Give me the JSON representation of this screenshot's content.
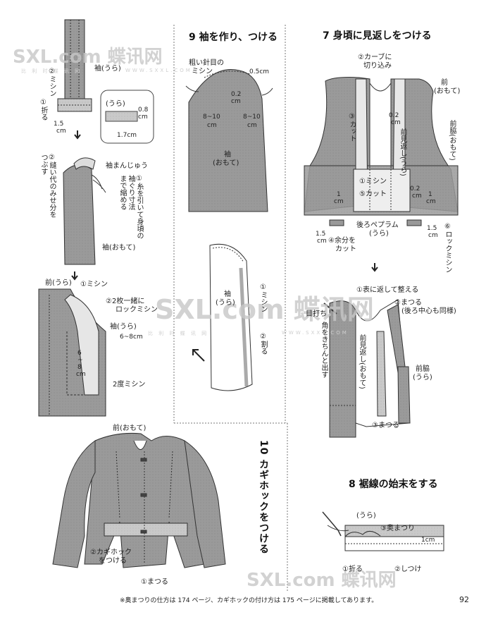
{
  "watermark": {
    "brand_latin": "SXL.com",
    "brand_cn": "蝶讯网",
    "url": "WWW.SXXL.COM",
    "sub": "比 利 时 蝶 讯 网"
  },
  "sections": {
    "sleeve": {
      "title": "9 袖を作り、つける",
      "labels": {
        "gathers": "粗い針目の",
        "gathers2": "ミシン",
        "ease": "0.5cm",
        "top": "0.2",
        "top_unit": "cm",
        "side_left": "8~10",
        "side_left_unit": "cm",
        "side_right": "8~10",
        "side_right_unit": "cm",
        "sleeve_main": "袖",
        "sleeve_main_side": "(おもて)",
        "sleeve_back": "袖",
        "sleeve_back_side": "(うら)",
        "step1": "①ミシン",
        "step2": "②割る"
      }
    },
    "facing": {
      "title": "7 身頃に見返しをつける",
      "labels": {
        "curve1": "②カーブに",
        "curve2": "切り込み",
        "front": "前",
        "front_side": "(おもて)",
        "cut3": "③カット",
        "measure1": "0.2",
        "measure1_unit": "cm",
        "facing_label": "前見返し(うら)",
        "front_side_panel": "前脇(おもて)",
        "machine1": "①ミシン",
        "cut5": "⑤カット",
        "one_cm": "1",
        "one_cm_unit": "cm",
        "measure2": "0.2",
        "measure2_unit": "cm",
        "back_peplum": "後ろペプラム",
        "back_peplum_side": "(うら)",
        "margin_cut1": "④余分を",
        "margin_cut2": "カット",
        "left_15": "1.5",
        "left_15_unit": "cm",
        "right_15": "1.5",
        "right_15_unit": "cm",
        "lock": "⑥ロックミシン",
        "one_cm_left": "1",
        "one_cm_left_unit": "cm",
        "turn": "①表に返して整える",
        "blind": "②まつる",
        "back_center": "(後ろ中心も同様)",
        "stitch_mark": "目打ち",
        "corner": "角をきちんと出す",
        "facing_front": "前見返し(おもて)",
        "side_back": "前脇",
        "side_back_side": "(うら)",
        "blind3": "③まつる"
      }
    },
    "hem": {
      "title": "8 裾線の始末をする",
      "labels": {
        "ura": "(うら)",
        "back_stitch": "③奥まつり",
        "one_cm": "1cm",
        "fold": "①折る",
        "press": "②しつけ"
      }
    },
    "hook": {
      "title": "10 カギホックをつける",
      "labels": {
        "front": "前(おもて)",
        "hook": "②カギホック",
        "hook2": "をつける",
        "blind": "①まつる"
      }
    },
    "left_top": {
      "labels": {
        "sleeve_ura": "袖(うら)",
        "machine": "②ミシン",
        "fold": "①折る",
        "m15": "1.5",
        "m15_unit": "cm",
        "inset_ura": "(うら)",
        "inset_08": "0.8",
        "inset_08_unit": "cm",
        "inset_17": "1.7cm",
        "seam_label1": "②縫い代のみせ分を",
        "seam_label2": "つぶす",
        "pad": "袖まんじゅう",
        "pull1": "①糸を引いて身頃の",
        "pull2": "袖ぐり寸法",
        "pull3": "まで縮める",
        "sleeve_front": "袖(おもて)",
        "front_ura": "前(うら)",
        "machine1": "①ミシン",
        "lock2a": "②2枚一緒に",
        "lock2b": "ロックミシン",
        "sleeve_ura2": "袖(うら)",
        "r68": "6~8cm",
        "v68a": "6",
        "v68b": "~",
        "v68c": "8",
        "v68d": "cm",
        "double": "2度ミシン"
      }
    }
  },
  "footer": "※奥まつりの仕方は 174 ページ、カギホックの付け方は 175 ページに掲載してあります。",
  "page_number": "92"
}
